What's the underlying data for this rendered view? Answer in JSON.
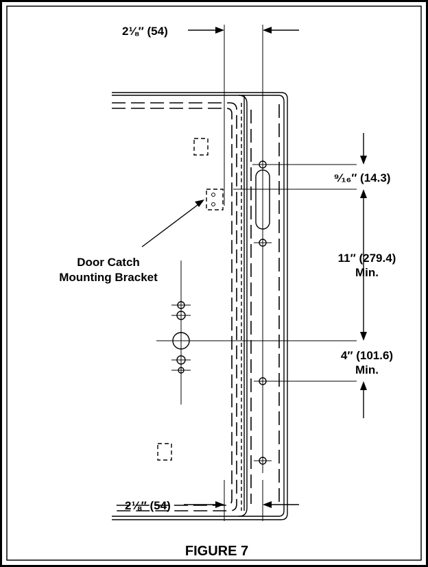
{
  "dimensions": {
    "top_width": "2⅛″ (54)",
    "slot_offset": "⁹⁄₁₆″ (14.3)",
    "span_min_value": "11″ (279.4)",
    "span_min_suffix": "Min.",
    "bottom_min_value": "4″ (101.6)",
    "bottom_min_suffix": "Min."
  },
  "callout": {
    "line1": "Door Catch",
    "line2": "Mounting Bracket"
  },
  "caption": "FIGURE 7"
}
